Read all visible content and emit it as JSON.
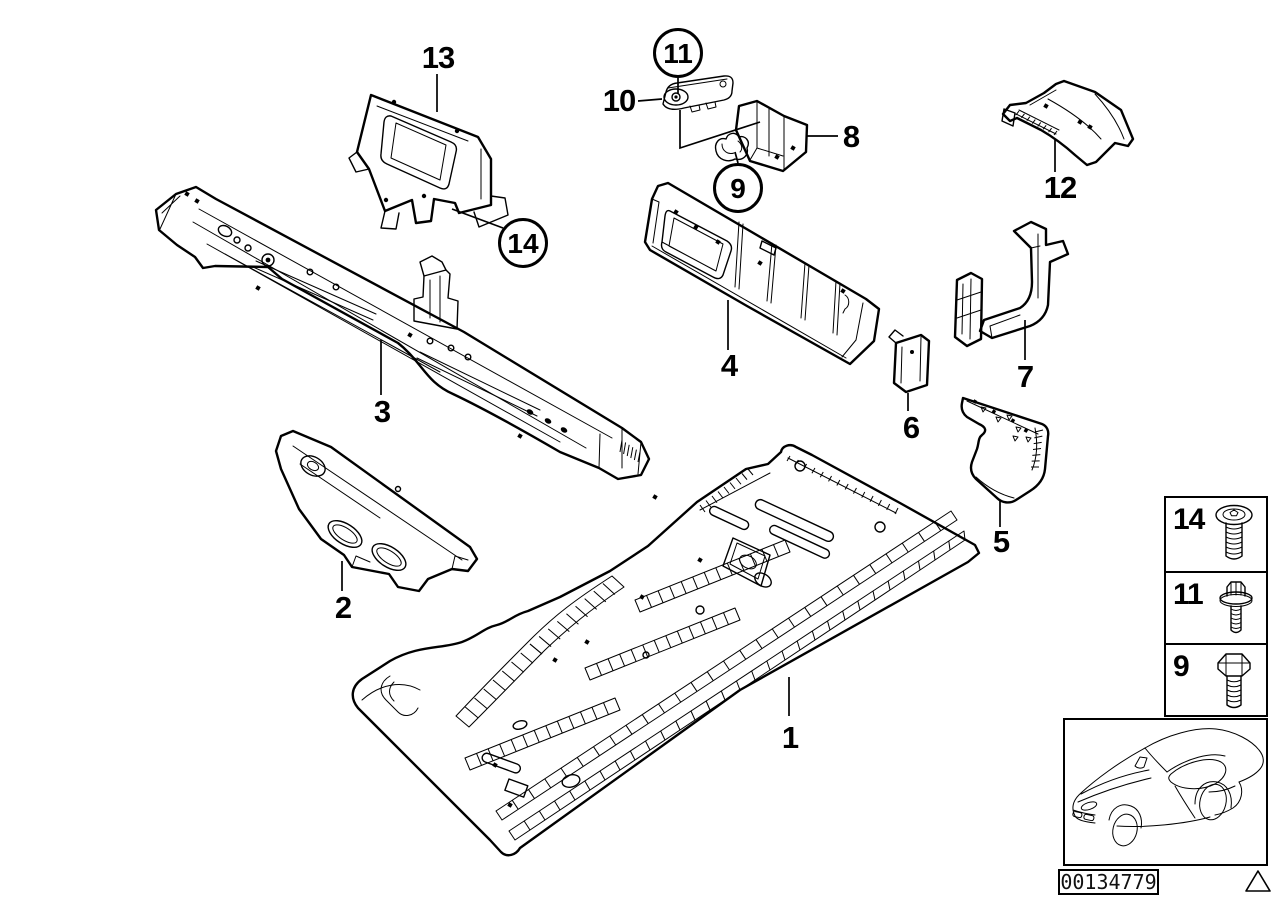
{
  "diagram": {
    "background": "#ffffff",
    "line_color": "#000000",
    "callouts": {
      "c1": "1",
      "c2": "2",
      "c3": "3",
      "c4": "4",
      "c5": "5",
      "c6": "6",
      "c7": "7",
      "c8": "8",
      "c9": "9",
      "c10": "10",
      "c11": "11",
      "c12": "12",
      "c13": "13",
      "c14": "14"
    },
    "legend": {
      "rows": [
        {
          "num": "14",
          "icon": "countersunk-screw-icon"
        },
        {
          "num": "11",
          "icon": "washer-screw-icon"
        },
        {
          "num": "9",
          "icon": "hex-bolt-icon"
        }
      ]
    },
    "plate": {
      "image_number": "00134779"
    },
    "vehicle_thumbnail": {
      "icon": "car-sketch-icon"
    },
    "warning": {
      "icon": "warning-triangle-icon"
    }
  }
}
